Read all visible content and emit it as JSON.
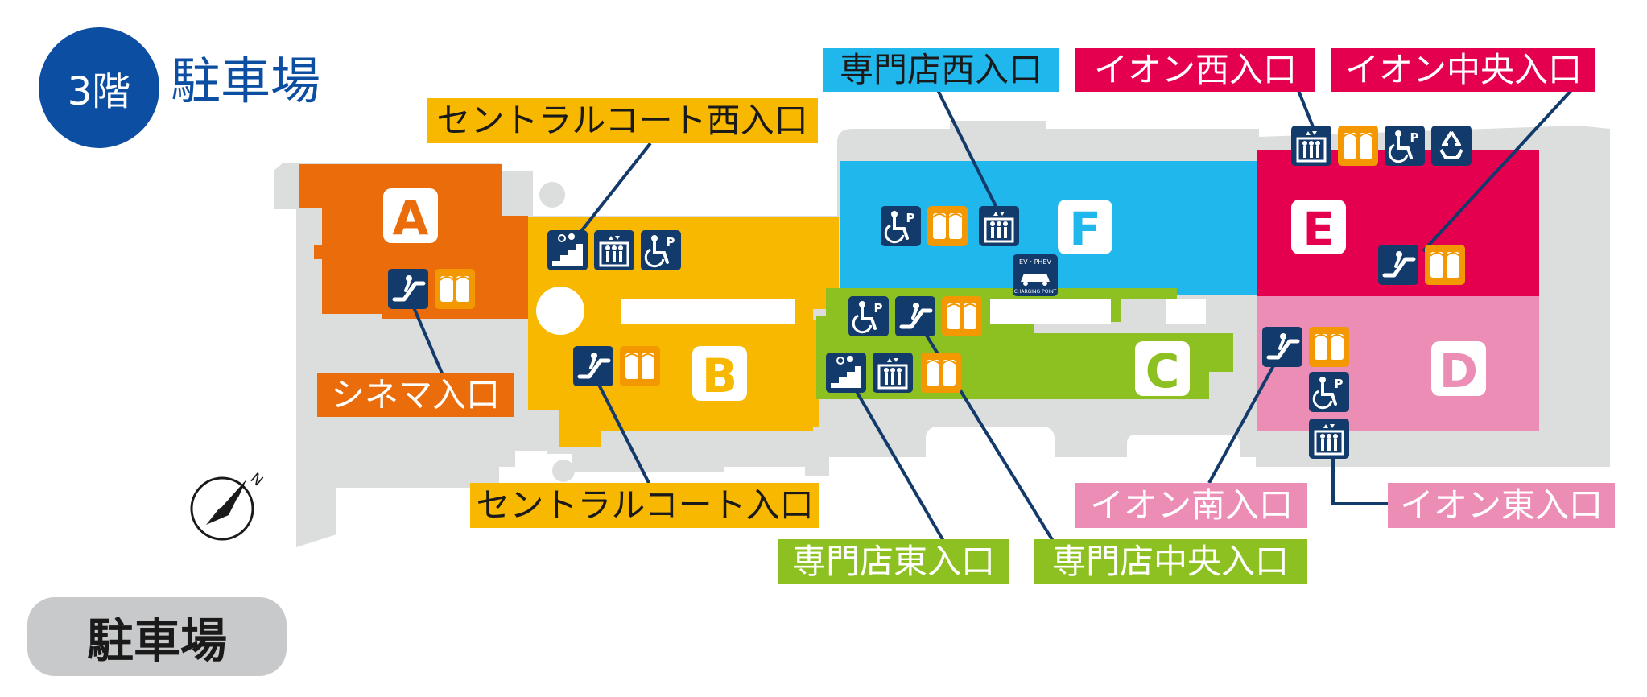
{
  "floor": {
    "number_label": "3階",
    "title": "駐車場"
  },
  "legend": {
    "label": "駐車場"
  },
  "zones": {
    "A": "A",
    "B": "B",
    "C": "C",
    "D": "D",
    "E": "E",
    "F": "F"
  },
  "entrances": {
    "central_court_west": "セントラルコート西入口",
    "cinema": "シネマ入口",
    "central_court": "セントラルコート入口",
    "specialty_west": "専門店西入口",
    "specialty_east": "専門店東入口",
    "specialty_central": "専門店中央入口",
    "aeon_west": "イオン西入口",
    "aeon_central": "イオン中央入口",
    "aeon_south": "イオン南入口",
    "aeon_east": "イオン東入口"
  },
  "colors": {
    "zone_a": "#ea6c0b",
    "zone_b": "#f8b800",
    "zone_c": "#8dc021",
    "zone_d": "#ec8db6",
    "zone_e": "#e5004f",
    "zone_f": "#20b7ec",
    "building_gray": "#dcdddd",
    "icon_navy": "#123a6b",
    "icon_orange": "#f39800",
    "floor_blue": "#0b4ea2"
  },
  "icons": {
    "escalator": "escalator-icon",
    "elevator": "elevator-icon",
    "stairs": "stairs-icon",
    "accessible_parking": "accessible-parking-icon",
    "restroom": "restroom-icon",
    "recycle": "recycle-icon",
    "ev_charging": "ev-charging-icon",
    "compass": "compass-icon"
  },
  "ev_station": {
    "top_text": "EV・PHEV",
    "bottom_text": "CHARGING POINT"
  },
  "compass": {
    "north": "N"
  }
}
